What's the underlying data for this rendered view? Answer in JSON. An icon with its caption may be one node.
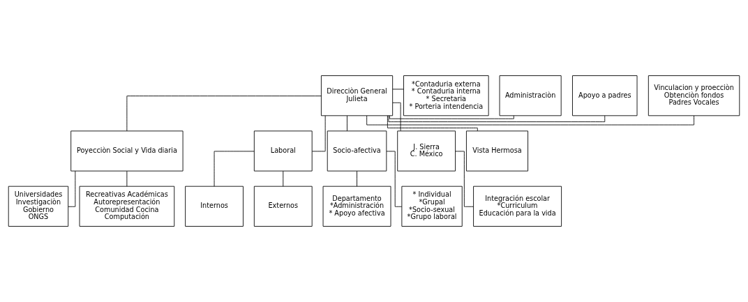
{
  "diagram": {
    "nodes": [
      {
        "text": [
          "Vinculacion y proecciòn",
          "Obtenciòn fondos",
          "Padres Vocales"
        ]
      },
      {
        "text": [
          "Apoyo a padres"
        ]
      },
      {
        "text": [
          "Direcciòn General",
          "Julieta"
        ]
      },
      {
        "text": [
          "Administraciòn"
        ]
      },
      {
        "text": [
          "*Contaduria externa",
          "* Contaduria interna",
          "* Secretaria",
          "* Porteria intendencia"
        ]
      },
      {
        "text": [
          "Poyecciòn Social y Vida diaria"
        ]
      },
      {
        "text": [
          "Laboral"
        ]
      },
      {
        "text": [
          "Socio-afectiva"
        ]
      },
      {
        "text": [
          "J. Sierra",
          "C. México"
        ]
      },
      {
        "text": [
          "Vista Hermosa"
        ]
      },
      {
        "text": [
          "Universidades",
          "Investigaciòn",
          "Gobierno",
          "ONGS"
        ]
      },
      {
        "text": [
          "Recreativas Académicas",
          "Autorepresentación",
          "Comunidad Cocina",
          "Computación"
        ]
      },
      {
        "text": [
          "Internos"
        ]
      },
      {
        "text": [
          "Externos"
        ]
      },
      {
        "text": [
          "Departamento",
          "*Administración",
          "* Apoyo afectiva"
        ]
      },
      {
        "text": [
          "* Individual",
          "*Grupal",
          "*Socio-sexual",
          "*Grupo laboral"
        ]
      },
      {
        "text": [
          "Integración escolar",
          "*Curriculum",
          "Educación para la vida"
        ]
      }
    ],
    "edges": [
      {
        "from": 2,
        "to": 0,
        "arrow": "none"
      },
      {
        "from": 2,
        "to": 1,
        "arrow": "none"
      },
      {
        "from": 2,
        "to": 3,
        "arrow": "none"
      },
      {
        "from": 2,
        "to": 4,
        "arrow": "none"
      },
      {
        "from": 2,
        "to": 5,
        "arrow": "none"
      },
      {
        "from": 2,
        "to": 6,
        "arrow": "none"
      },
      {
        "from": 2,
        "to": 7,
        "arrow": "none"
      },
      {
        "from": 2,
        "to": 8,
        "arrow": "none"
      },
      {
        "from": 2,
        "to": 9,
        "arrow": "none"
      },
      {
        "from": 5,
        "to": 10,
        "arrow": "none"
      },
      {
        "from": 5,
        "to": 11,
        "arrow": "none"
      },
      {
        "from": 6,
        "to": 12,
        "arrow": "none"
      },
      {
        "from": 6,
        "to": 13,
        "arrow": "none"
      },
      {
        "from": 7,
        "to": 14,
        "arrow": "none"
      },
      {
        "from": 7,
        "to": 15,
        "arrow": "none"
      },
      {
        "from": 8,
        "to": 16,
        "arrow": "none"
      }
    ]
  }
}
